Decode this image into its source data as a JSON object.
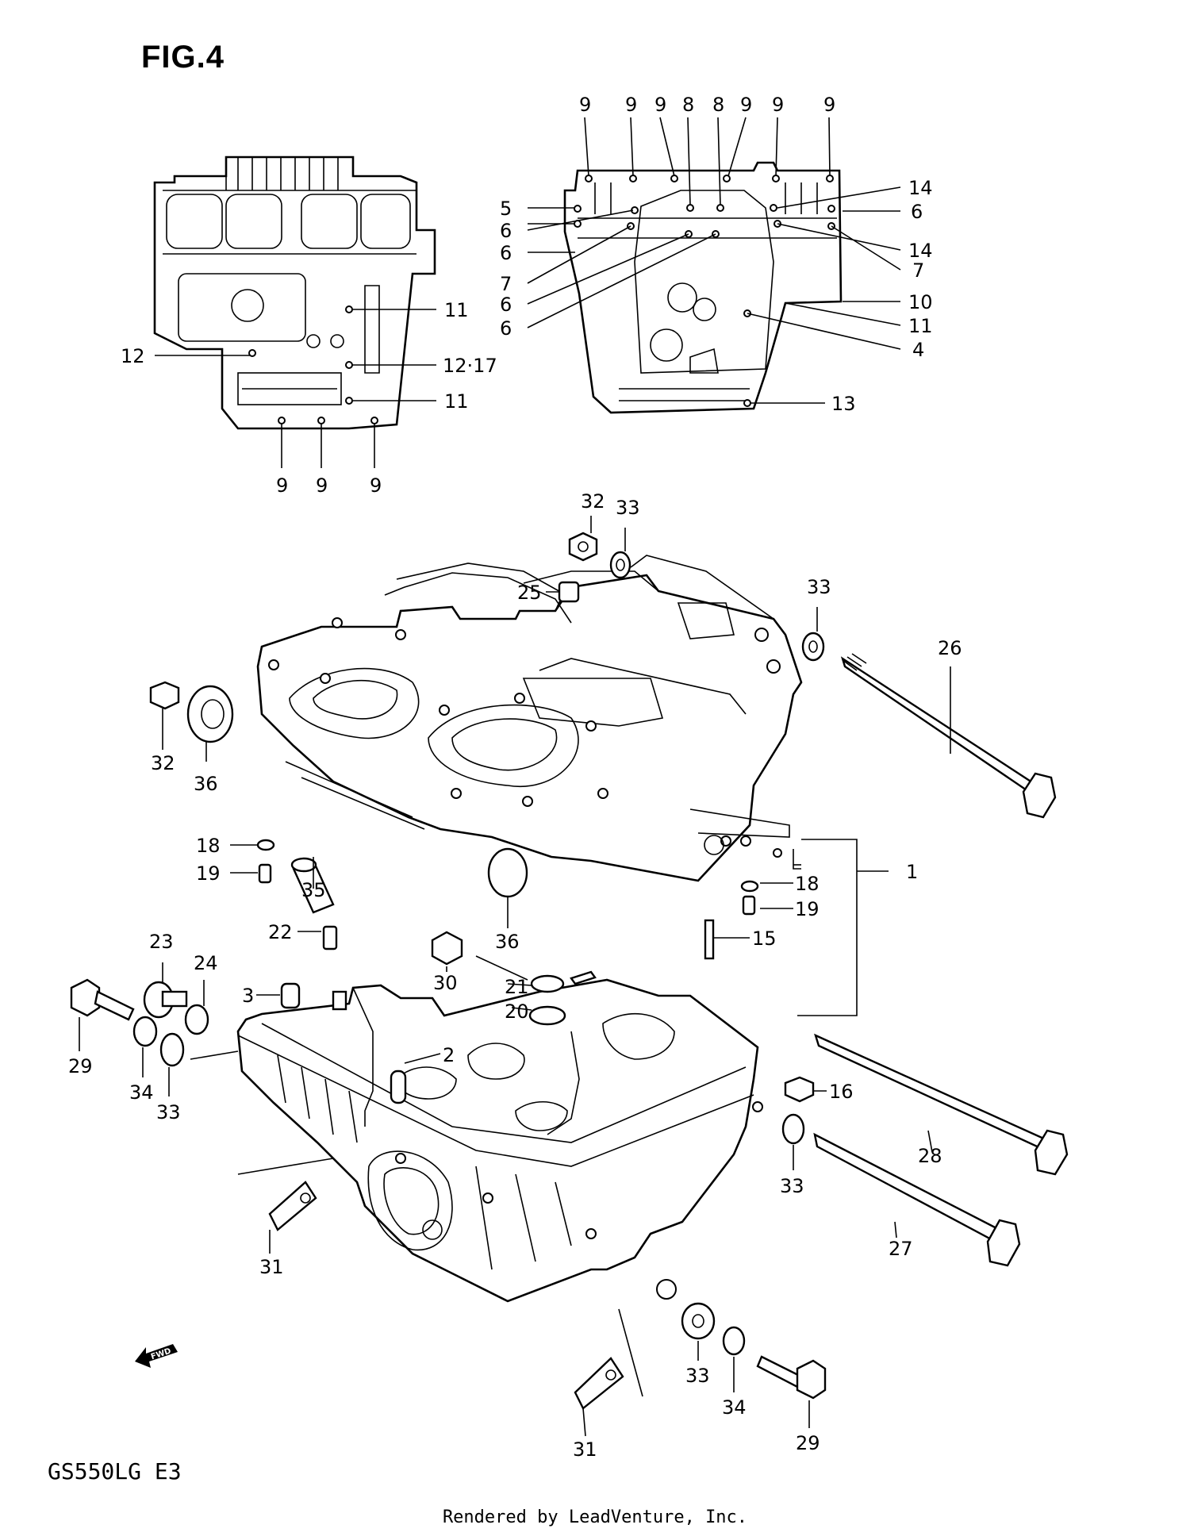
{
  "figure": {
    "title": "FIG.4"
  },
  "model_code": "GS550LG E3",
  "footer": "Rendered by LeadVenture, Inc.",
  "fwd_marker": {
    "label": "FWD",
    "icon": "fwd-arrow-icon"
  },
  "callouts": {
    "top_left": {
      "c11a": "11",
      "c12": "12",
      "c12_17": "12·17",
      "c11b": "11",
      "c9a": "9",
      "c9b": "9",
      "c9c": "9"
    },
    "top_right": {
      "t9a": "9",
      "t9b": "9",
      "t9c": "9",
      "t8a": "8",
      "t8b": "8",
      "t9d": "9",
      "t9e": "9",
      "t9f": "9",
      "l5": "5",
      "l6a": "6",
      "l6b": "6",
      "l7": "7",
      "l6c": "6",
      "l6d": "6",
      "r14a": "14",
      "r6": "6",
      "r14b": "14",
      "r7": "7",
      "r10": "10",
      "r11": "11",
      "r4": "4",
      "r13": "13"
    },
    "main": {
      "p32a": "32",
      "p33a": "33",
      "p25": "25",
      "p33b": "33",
      "p26": "26",
      "p32b": "32",
      "p36a": "36",
      "p18a": "18",
      "p19a": "19",
      "p35": "35",
      "p36b": "36",
      "p18b": "18",
      "p19b": "19",
      "p1": "1",
      "p15": "15",
      "p22": "22",
      "p23": "23",
      "p24": "24",
      "p3": "3",
      "p30": "30",
      "p21": "21",
      "p20": "20",
      "p2": "2",
      "p29a": "29",
      "p34a": "34",
      "p33c": "33",
      "p16": "16",
      "p28": "28",
      "p33d": "33",
      "p27": "27",
      "p31a": "31",
      "p33e": "33",
      "p34b": "34",
      "p29b": "29",
      "p31b": "31"
    }
  }
}
